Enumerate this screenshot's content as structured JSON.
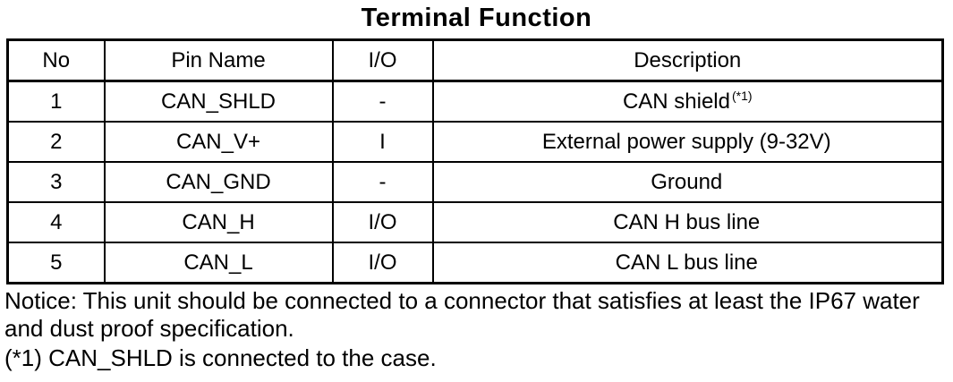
{
  "title": "Terminal Function",
  "table": {
    "headers": [
      "No",
      "Pin Name",
      "I/O",
      "Description"
    ],
    "rows": [
      {
        "no": "1",
        "pin_name": "CAN_SHLD",
        "io": "-",
        "description": "CAN shield",
        "description_sup": "(*1)"
      },
      {
        "no": "2",
        "pin_name": "CAN_V+",
        "io": "I",
        "description": "External power supply (9-32V)",
        "description_sup": ""
      },
      {
        "no": "3",
        "pin_name": "CAN_GND",
        "io": "-",
        "description": "Ground",
        "description_sup": ""
      },
      {
        "no": "4",
        "pin_name": "CAN_H",
        "io": "I/O",
        "description": "CAN H bus line",
        "description_sup": ""
      },
      {
        "no": "5",
        "pin_name": "CAN_L",
        "io": "I/O",
        "description": "CAN L bus line",
        "description_sup": ""
      }
    ]
  },
  "notes": {
    "notice": "Notice: This unit should be connected to a connector that satisfies at least the IP67 water and dust proof specification.",
    "footnote": "(*1) CAN_SHLD is connected to the case."
  }
}
